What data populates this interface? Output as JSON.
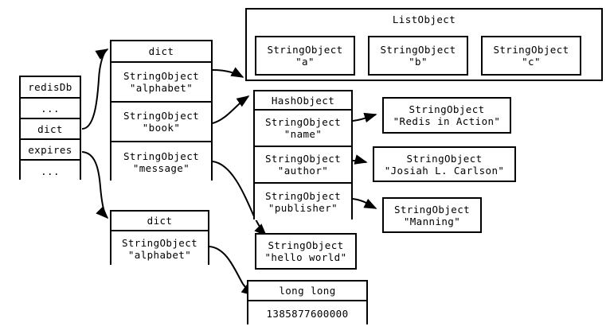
{
  "diagram": {
    "title": "redisDb object graph",
    "colors": {
      "stroke": "#000000",
      "fill": "#ffffff"
    },
    "redisdb": {
      "name": "redisDb",
      "rows": [
        {
          "label": "redisDb"
        },
        {
          "label": "..."
        },
        {
          "label": "dict"
        },
        {
          "label": "expires"
        },
        {
          "label": "..."
        }
      ]
    },
    "main_dict": {
      "header": "dict",
      "entries": [
        {
          "type": "StringObject",
          "value": "\"alphabet\""
        },
        {
          "type": "StringObject",
          "value": "\"book\""
        },
        {
          "type": "StringObject",
          "value": "\"message\""
        }
      ]
    },
    "expires_dict": {
      "header": "dict",
      "entries": [
        {
          "type": "StringObject",
          "value": "\"alphabet\""
        }
      ]
    },
    "list_object": {
      "title": "ListObject",
      "nodes": [
        {
          "type": "StringObject",
          "value": "\"a\""
        },
        {
          "type": "StringObject",
          "value": "\"b\""
        },
        {
          "type": "StringObject",
          "value": "\"c\""
        }
      ]
    },
    "hash_object": {
      "header": "HashObject",
      "fields": [
        {
          "type": "StringObject",
          "value": "\"name\""
        },
        {
          "type": "StringObject",
          "value": "\"author\""
        },
        {
          "type": "StringObject",
          "value": "\"publisher\""
        }
      ]
    },
    "hash_values": [
      {
        "type": "StringObject",
        "value": "\"Redis in Action\""
      },
      {
        "type": "StringObject",
        "value": "\"Josiah L. Carlson\""
      },
      {
        "type": "StringObject",
        "value": "\"Manning\""
      }
    ],
    "message_value": {
      "type": "StringObject",
      "value": "\"hello world\""
    },
    "expire_value": {
      "type": "long long",
      "value": "1385877600000"
    }
  }
}
